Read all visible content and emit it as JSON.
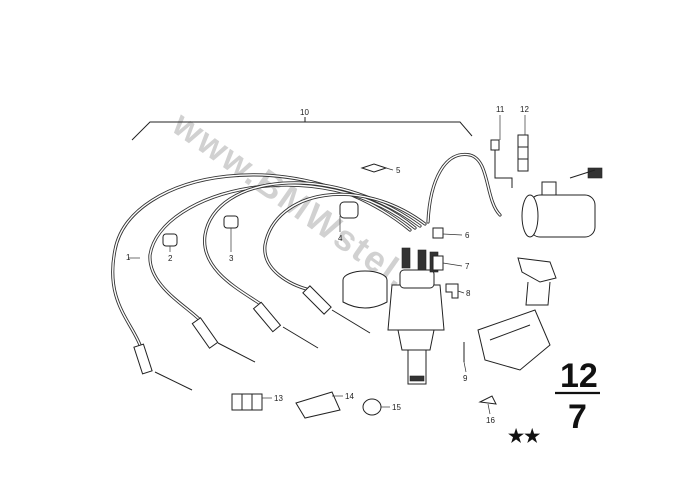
{
  "watermark": "www.BMWstel.de",
  "labels": {
    "l1": "1",
    "l2": "2",
    "l3": "3",
    "l4": "4",
    "l5": "5",
    "l6": "6",
    "l7": "7",
    "l8": "8",
    "l9": "9",
    "l10": "10",
    "l11": "11",
    "l12": "12",
    "l13": "13",
    "l14": "14",
    "l15": "15",
    "l16": "16"
  },
  "group": {
    "top": "12",
    "bottom": "7"
  },
  "stars": "★★"
}
